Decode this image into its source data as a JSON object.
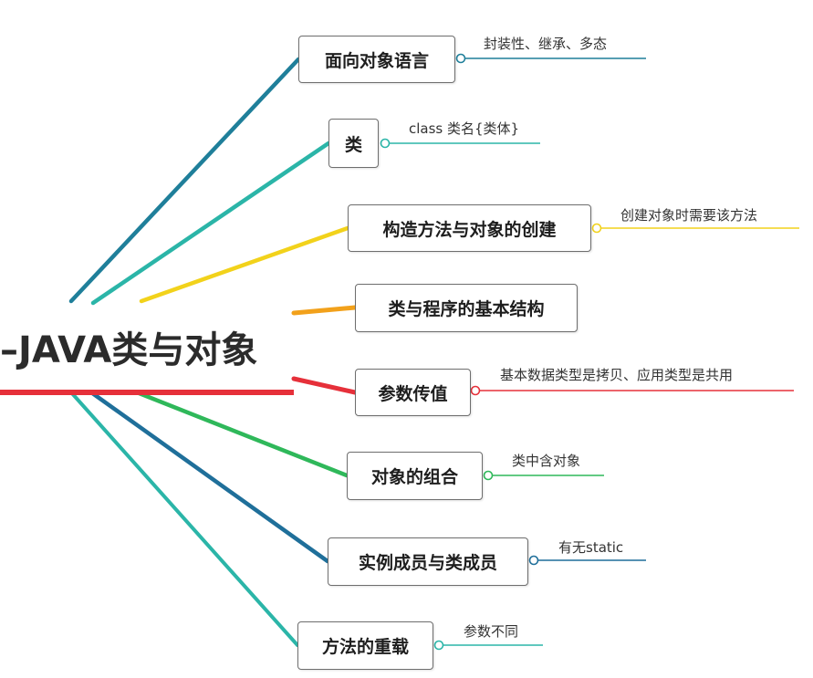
{
  "root": {
    "title": "–JAVA类与对象"
  },
  "branches": [
    {
      "label": "面向对象语言",
      "color": "#1f7f9a",
      "detail": "封装性、继承、多态"
    },
    {
      "label": "类",
      "color": "#2bb5a8",
      "detail": "class 类名{类体}"
    },
    {
      "label": "构造方法与对象的创建",
      "color": "#f2d21b",
      "detail": "创建对象时需要该方法"
    },
    {
      "label": "类与程序的基本结构",
      "color": "#f2a11b",
      "detail": ""
    },
    {
      "label": "参数传值",
      "color": "#e6303a",
      "detail": "基本数据类型是拷贝、应用类型是共用"
    },
    {
      "label": "对象的组合",
      "color": "#2fb85a",
      "detail": "类中含对象"
    },
    {
      "label": "实例成员与类成员",
      "color": "#1f6f9a",
      "detail": "有无static"
    },
    {
      "label": "方法的重载",
      "color": "#2bb5a8",
      "detail": "参数不同"
    }
  ]
}
